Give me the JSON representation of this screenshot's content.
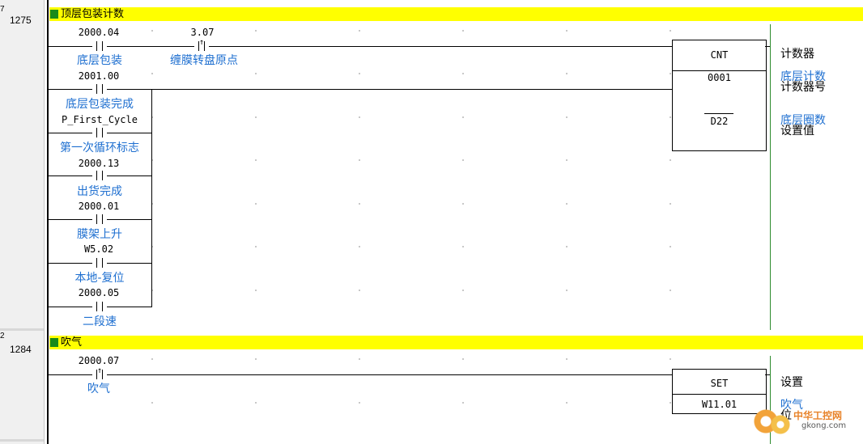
{
  "rungs": [
    {
      "number": "1275",
      "title": "顶层包装计数",
      "contacts": [
        {
          "address": "2000.04",
          "comment": "底层包装"
        },
        {
          "address": "3.07",
          "comment": "缠膜转盘原点"
        },
        {
          "address": "2001.00",
          "comment": "底层包装完成"
        },
        {
          "address": "P_First_Cycle",
          "comment": "第一次循环标志"
        },
        {
          "address": "2000.13",
          "comment": "出货完成"
        },
        {
          "address": "2000.01",
          "comment": "膜架上升"
        },
        {
          "address": "W5.02",
          "comment": "本地-复位"
        },
        {
          "address": "2000.05",
          "comment": "二段速"
        }
      ],
      "instruction": {
        "mnemonic": "CNT",
        "operand1": "0001",
        "operand2": "D22"
      },
      "operand_comments": {
        "line1": "计数器",
        "line2a": "底层计数",
        "line2b": "计数器号",
        "line3a": "底层圈数",
        "line3b": "设置值"
      }
    },
    {
      "number": "1284",
      "title": "吹气",
      "contacts": [
        {
          "address": "2000.07",
          "comment": "吹气"
        }
      ],
      "instruction": {
        "mnemonic": "SET",
        "operand1": "W11.01"
      },
      "operand_comments": {
        "line1": "设置",
        "line2a": "吹气",
        "line2b": "位"
      }
    }
  ],
  "gutter_marks": [
    "7",
    "2"
  ],
  "watermark": {
    "line1": "中华工控网",
    "line2": "gkong.com"
  }
}
